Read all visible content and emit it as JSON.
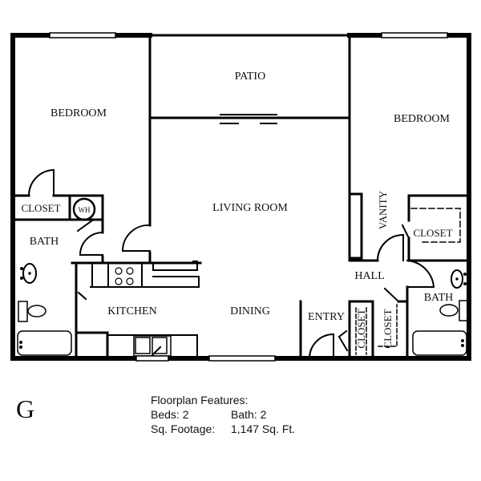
{
  "plan": {
    "letter": "G",
    "rooms": {
      "bedroom_left": "BEDROOM",
      "bedroom_right": "BEDROOM",
      "patio": "PATIO",
      "living_room": "LIVING ROOM",
      "dining": "DINING",
      "kitchen": "KITCHEN",
      "bath_left": "BATH",
      "bath_right": "BATH",
      "closet_left": "CLOSET",
      "closet_right": "CLOSET",
      "closet_entry_1": "CLOSET",
      "closet_entry_2": "CLOSET",
      "water_heater": "WH",
      "vanity": "VANITY",
      "hall": "HALL",
      "entry": "ENTRY"
    }
  },
  "features": {
    "title": "Floorplan Features:",
    "beds_label": "Beds:",
    "beds_value": "2",
    "bath_label": "Bath:",
    "bath_value": "2",
    "sqft_label": "Sq. Footage:",
    "sqft_value": "1,147 Sq. Ft."
  },
  "colors": {
    "wall": "#000000",
    "background": "#ffffff"
  }
}
